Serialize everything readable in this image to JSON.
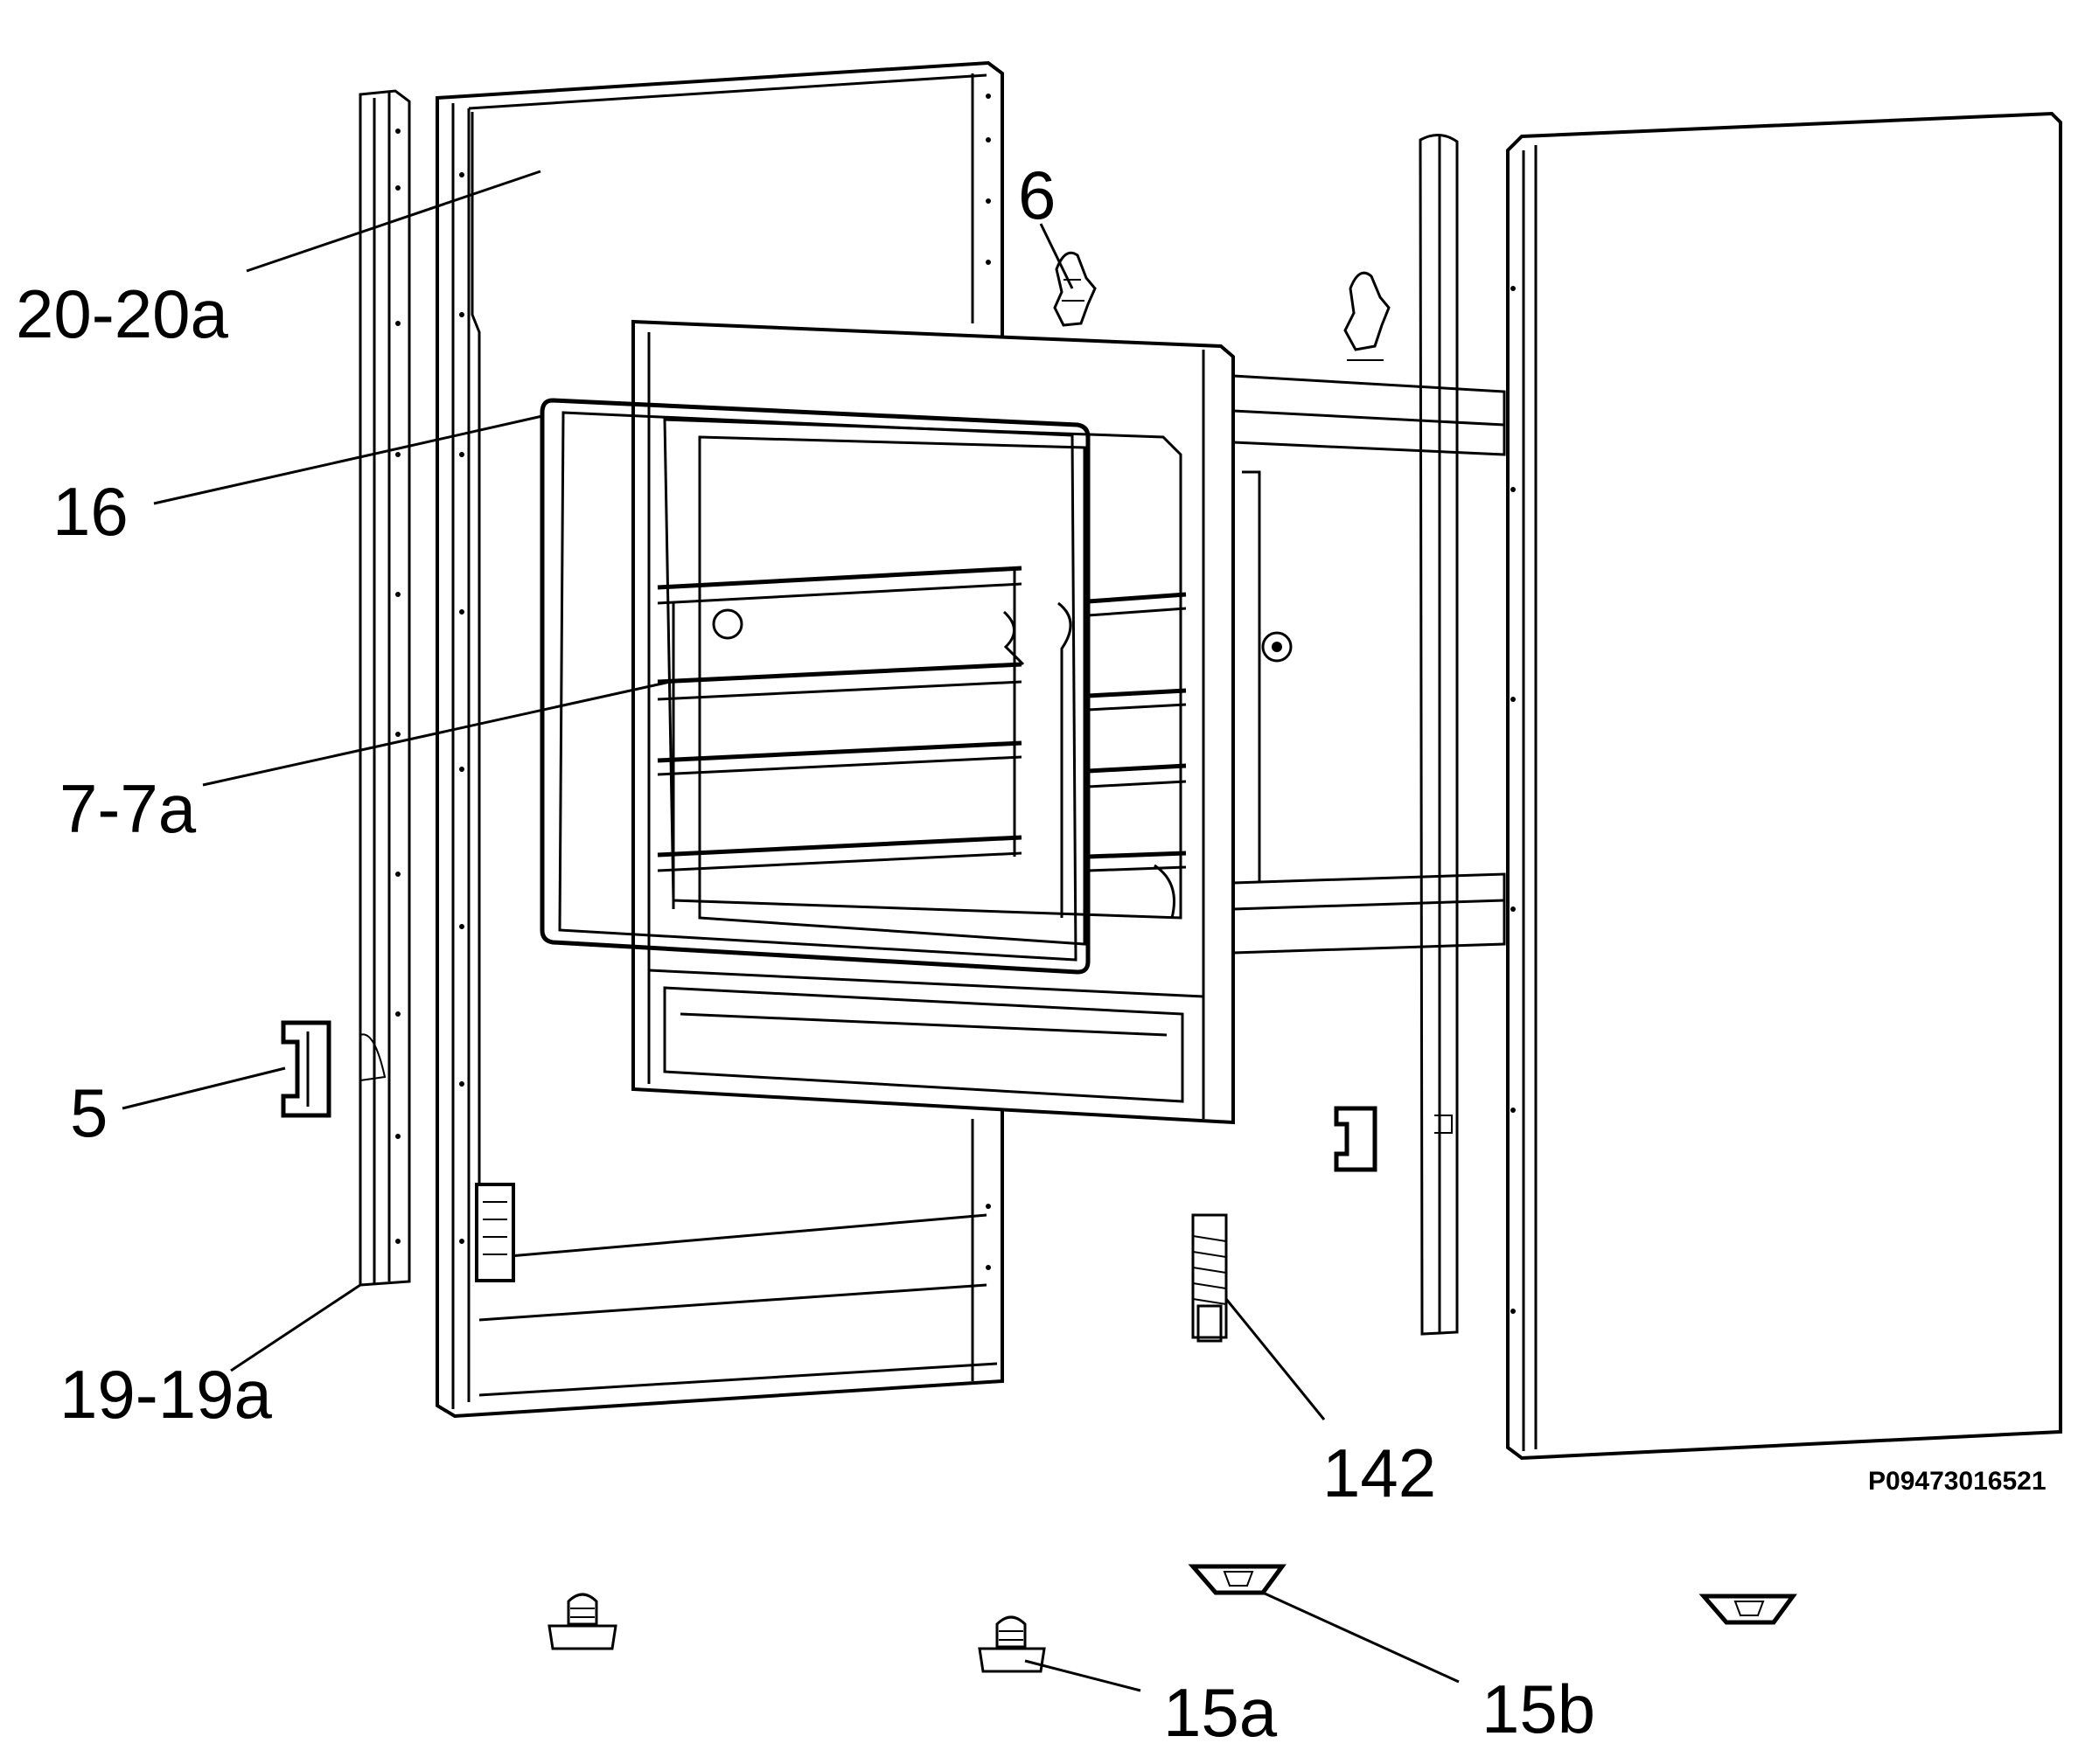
{
  "diagram": {
    "labels": {
      "l_20_20a": "20-20a",
      "l_6": "6",
      "l_16": "16",
      "l_7_7a": "7-7a",
      "l_5": "5",
      "l_19_19a": "19-19a",
      "l_142": "142",
      "l_15a": "15a",
      "l_15b": "15b"
    },
    "drawing_code": "P09473016521"
  }
}
